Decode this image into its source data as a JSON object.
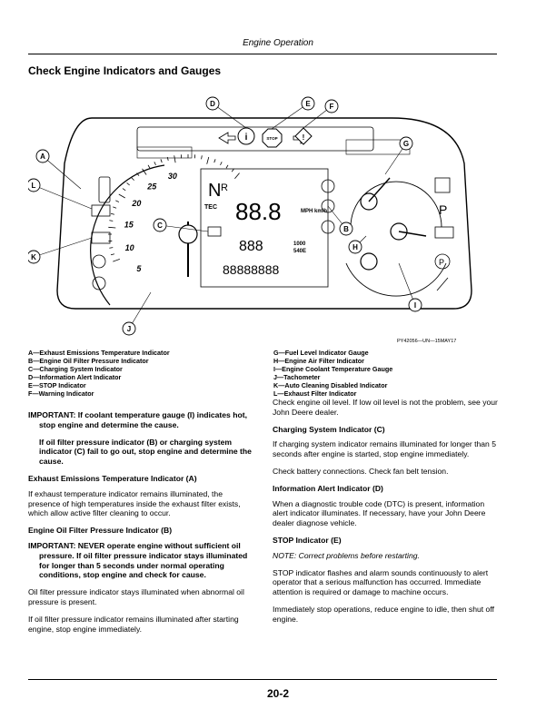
{
  "header": {
    "section": "Engine Operation"
  },
  "title": "Check Engine Indicators and Gauges",
  "figure": {
    "credit": "PY42056—UN—15MAY17",
    "callouts": [
      "A",
      "B",
      "C",
      "D",
      "E",
      "F",
      "G",
      "H",
      "I",
      "J",
      "K",
      "L"
    ],
    "tach_numbers": [
      "30",
      "25",
      "20",
      "15",
      "10",
      "5"
    ],
    "lcd": {
      "gear": "N",
      "suffix": "R",
      "big": "88.8",
      "units": "MPH\nkm/h",
      "tec": "TEC",
      "mid": "888",
      "pto_1000": "1000",
      "pto_540e": "540E",
      "bottom": "88888888"
    }
  },
  "legend_left": [
    "A—Exhaust Emissions Temperature Indicator",
    "B—Engine Oil Filter Pressure Indicator",
    "C—Charging System Indicator",
    "D—Information Alert Indicator",
    "E—STOP Indicator",
    "F—Warning Indicator"
  ],
  "legend_right": [
    "G—Fuel Level Indicator Gauge",
    "H—Engine Air Filter Indicator",
    "I—Engine Coolant Temperature Gauge",
    "J—Tachometer",
    "K—Auto Cleaning Disabled Indicator",
    "L—Exhaust Filter Indicator"
  ],
  "left_col": {
    "important1_a": "IMPORTANT: If coolant temperature gauge (I) indicates hot, stop engine and determine the cause.",
    "important1_b": "If oil filter pressure indicator (B) or charging system indicator (C) fail to go out, stop engine and determine the cause.",
    "h_exhaust": "Exhaust Emissions Temperature Indicator (A)",
    "p_exhaust": "If exhaust temperature indicator remains illuminated, the presence of high temperatures inside the exhaust filter exists, which allow active filter cleaning to occur.",
    "h_oil": "Engine Oil Filter Pressure Indicator (B)",
    "important2": "IMPORTANT: NEVER operate engine without sufficient oil pressure. If oil filter pressure indicator stays illuminated for longer than 5 seconds under normal operating conditions, stop engine and check for cause.",
    "p_oil1": "Oil filter pressure indicator stays illuminated when abnormal oil pressure is present.",
    "p_oil2": "If oil filter pressure indicator remains illuminated after starting engine, stop engine immediately."
  },
  "right_col": {
    "p_check": "Check engine oil level. If low oil level is not the problem, see your John Deere dealer.",
    "h_charging": "Charging System Indicator (C)",
    "p_charging1": "If charging system indicator remains illuminated for longer than 5 seconds after engine is started, stop engine immediately.",
    "p_charging2": "Check battery connections. Check fan belt tension.",
    "h_info": "Information Alert Indicator (D)",
    "p_info": "When a diagnostic trouble code (DTC) is present, information alert indicator illuminates. If necessary, have your John Deere dealer diagnose vehicle.",
    "h_stop": "STOP Indicator (E)",
    "note": "NOTE: Correct problems before restarting.",
    "p_stop1": "STOP indicator flashes and alarm sounds continuously to alert operator that a serious malfunction has occurred. Immediate attention is required or damage to machine occurs.",
    "p_stop2": "Immediately stop operations, reduce engine to idle, then shut off engine."
  },
  "page_number": "20-2"
}
